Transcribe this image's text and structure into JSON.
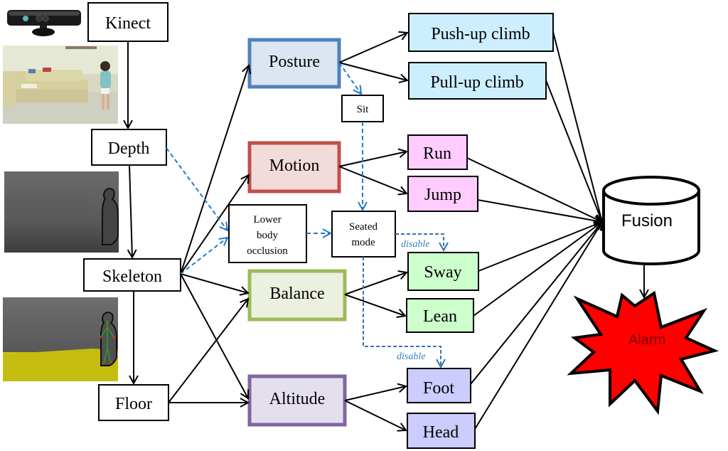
{
  "title": "Kinect-based climbing / fall hazard detection pipeline",
  "colors": {
    "posture_fill": "#dce6f2",
    "posture_border": "#4f81bd",
    "motion_fill": "#f2dcdb",
    "motion_border": "#c0504d",
    "balance_fill": "#ebf1de",
    "balance_border": "#9bbb59",
    "altitude_fill": "#e4dfec",
    "altitude_border": "#8064a2",
    "climb_fill": "#cceeff",
    "move_fill": "#ffccff",
    "sway_fill": "#ccffcc",
    "height_fill": "#ccccff",
    "alarm_fill": "#ff0000",
    "dashed": "#1f7ad1"
  },
  "pipeline": {
    "kinect": "Kinect",
    "depth": "Depth",
    "skeleton": "Skeleton",
    "floor": "Floor"
  },
  "images": {
    "kinect_sensor": "Kinect sensor photo",
    "rgb_frame": "RGB frame of child in living room",
    "depth_frame": "Depth map frame",
    "skeleton_frame": "Skeleton with floor overlay frame"
  },
  "features": {
    "posture": "Posture",
    "motion": "Motion",
    "balance": "Balance",
    "altitude": "Altitude"
  },
  "occlusion": {
    "lower_body": [
      "Lower",
      "body",
      "occlusion"
    ],
    "sit": "Sit",
    "seated_mode": [
      "Seated",
      "mode"
    ],
    "disable_label": "disable"
  },
  "outputs": {
    "push_up": "Push-up climb",
    "pull_up": "Pull-up climb",
    "run": "Run",
    "jump": "Jump",
    "sway": "Sway",
    "lean": "Lean",
    "foot": "Foot",
    "head": "Head"
  },
  "fusion": "Fusion",
  "alarm": "Alarm"
}
